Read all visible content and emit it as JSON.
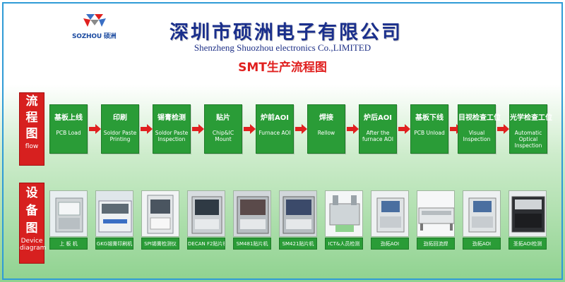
{
  "header": {
    "logo_text": "SOZHOU 硕洲",
    "company_cn": "深圳市硕洲电子有限公司",
    "company_en": "Shenzheng Shuozhou electronics Co.,LIMITED",
    "title": "SMT生产流程图"
  },
  "side_labels": {
    "flow_cn": [
      "流",
      "程",
      "图"
    ],
    "flow_en": "flow",
    "device_cn": [
      "设",
      "备",
      "图"
    ],
    "device_en": "Device diagram"
  },
  "steps": [
    {
      "cn": "基板上线",
      "en": "PCB Load"
    },
    {
      "cn": "印刷",
      "en": "Soldor Paste Printing"
    },
    {
      "cn": "锡膏检测",
      "en": "Soldor Paste Inspection"
    },
    {
      "cn": "贴片",
      "en": "Chip&IC Mount"
    },
    {
      "cn": "炉前AOI",
      "en": "Furnace AOI"
    },
    {
      "cn": "焊接",
      "en": "Rellow"
    },
    {
      "cn": "炉后AOI",
      "en": "After the furnace AOI"
    },
    {
      "cn": "基板下线",
      "en": "PCB Unload"
    },
    {
      "cn": "目视检查工位",
      "en": "Visual Inspection"
    },
    {
      "cn": "光学检查工位",
      "en": "Automatic Optical Inspection"
    }
  ],
  "devices": [
    {
      "label": "上 板 机",
      "icon": "loader-machine-icon"
    },
    {
      "label": "GKG锡膏印刷机",
      "icon": "printer-machine-icon"
    },
    {
      "label": "SPI锡膏检测仪",
      "icon": "spi-machine-icon"
    },
    {
      "label": "DECAN F2贴片机",
      "icon": "mounter-machine-icon"
    },
    {
      "label": "SM481贴片机",
      "icon": "mounter-machine-icon"
    },
    {
      "label": "SM421贴片机",
      "icon": "mounter-machine-icon"
    },
    {
      "label": "ICT&人员检测",
      "icon": "ict-station-icon"
    },
    {
      "label": "劲拓AOI",
      "icon": "aoi-machine-icon"
    },
    {
      "label": "劲拓回流焊",
      "icon": "reflow-oven-icon"
    },
    {
      "label": "劲拓AOI",
      "icon": "aoi-machine-icon"
    },
    {
      "label": "圣拓AOI检测",
      "icon": "aoi-machine-icon"
    }
  ],
  "colors": {
    "step_green": "#2a9c37",
    "side_red": "#d7201f",
    "title_red": "#e0201f",
    "company_blue": "#1a2f8c"
  }
}
